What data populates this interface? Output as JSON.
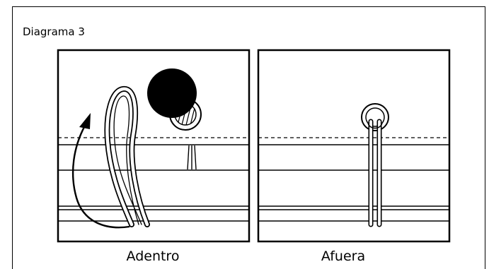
{
  "diagram": {
    "title": "Diagrama 3",
    "panels": [
      {
        "caption": "Adentro"
      },
      {
        "caption": "Afuera"
      }
    ]
  }
}
